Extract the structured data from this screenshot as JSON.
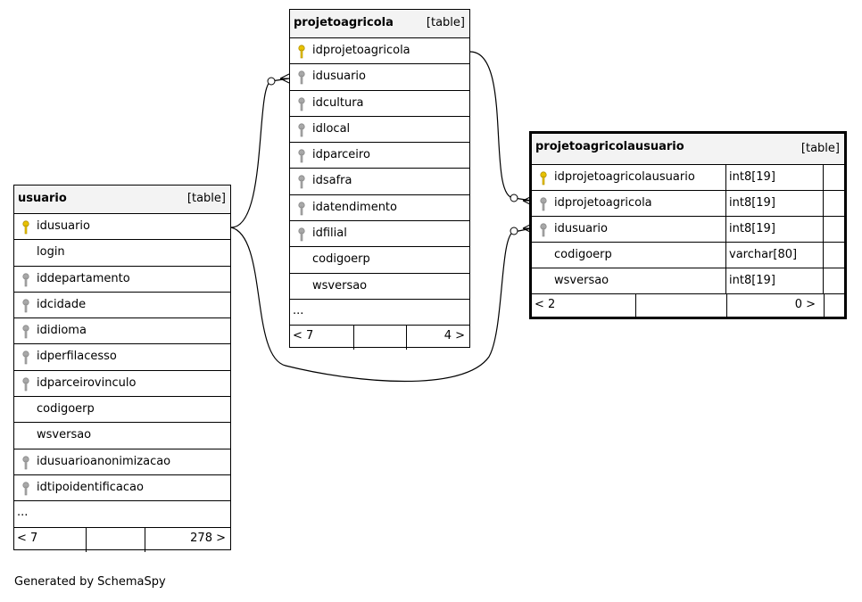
{
  "tables": {
    "projetoagricola": {
      "name": "projetoagricola",
      "type": "[table]",
      "columns": [
        {
          "name": "idprojetoagricola",
          "key": "primary"
        },
        {
          "name": "idusuario",
          "key": "foreign"
        },
        {
          "name": "idcultura",
          "key": "foreign"
        },
        {
          "name": "idlocal",
          "key": "foreign"
        },
        {
          "name": "idparceiro",
          "key": "foreign"
        },
        {
          "name": "idsafra",
          "key": "foreign"
        },
        {
          "name": "idatendimento",
          "key": "foreign"
        },
        {
          "name": "idfilial",
          "key": "foreign"
        },
        {
          "name": "codigoerp",
          "key": "none"
        },
        {
          "name": "wsversao",
          "key": "none"
        }
      ],
      "ellipsis": "...",
      "footer": {
        "left": "< 7",
        "right": "4 >"
      }
    },
    "usuario": {
      "name": "usuario",
      "type": "[table]",
      "columns": [
        {
          "name": "idusuario",
          "key": "primary"
        },
        {
          "name": "login",
          "key": "none"
        },
        {
          "name": "iddepartamento",
          "key": "foreign"
        },
        {
          "name": "idcidade",
          "key": "foreign"
        },
        {
          "name": "ididioma",
          "key": "foreign"
        },
        {
          "name": "idperfilacesso",
          "key": "foreign"
        },
        {
          "name": "idparceirovinculo",
          "key": "foreign"
        },
        {
          "name": "codigoerp",
          "key": "none"
        },
        {
          "name": "wsversao",
          "key": "none"
        },
        {
          "name": "idusuarioanonimizacao",
          "key": "foreign"
        },
        {
          "name": "idtipoidentificacao",
          "key": "foreign"
        }
      ],
      "ellipsis": "...",
      "footer": {
        "left": "< 7",
        "right": "278 >"
      }
    },
    "projetoagricolausuario": {
      "name": "projetoagricolausuario",
      "type": "[table]",
      "columns": [
        {
          "name": "idprojetoagricolausuario",
          "type": "int8[19]",
          "key": "primary"
        },
        {
          "name": "idprojetoagricola",
          "type": "int8[19]",
          "key": "foreign"
        },
        {
          "name": "idusuario",
          "type": "int8[19]",
          "key": "foreign"
        },
        {
          "name": "codigoerp",
          "type": "varchar[80]",
          "key": "none"
        },
        {
          "name": "wsversao",
          "type": "int8[19]",
          "key": "none"
        }
      ],
      "footer": {
        "left": "< 2",
        "right": "0 >"
      }
    }
  },
  "credit": "Generated by SchemaSpy",
  "colors": {
    "primary_key": "#e8c200",
    "foreign_key": "#a8a8a8",
    "header_bg": "#f3f3f3"
  }
}
